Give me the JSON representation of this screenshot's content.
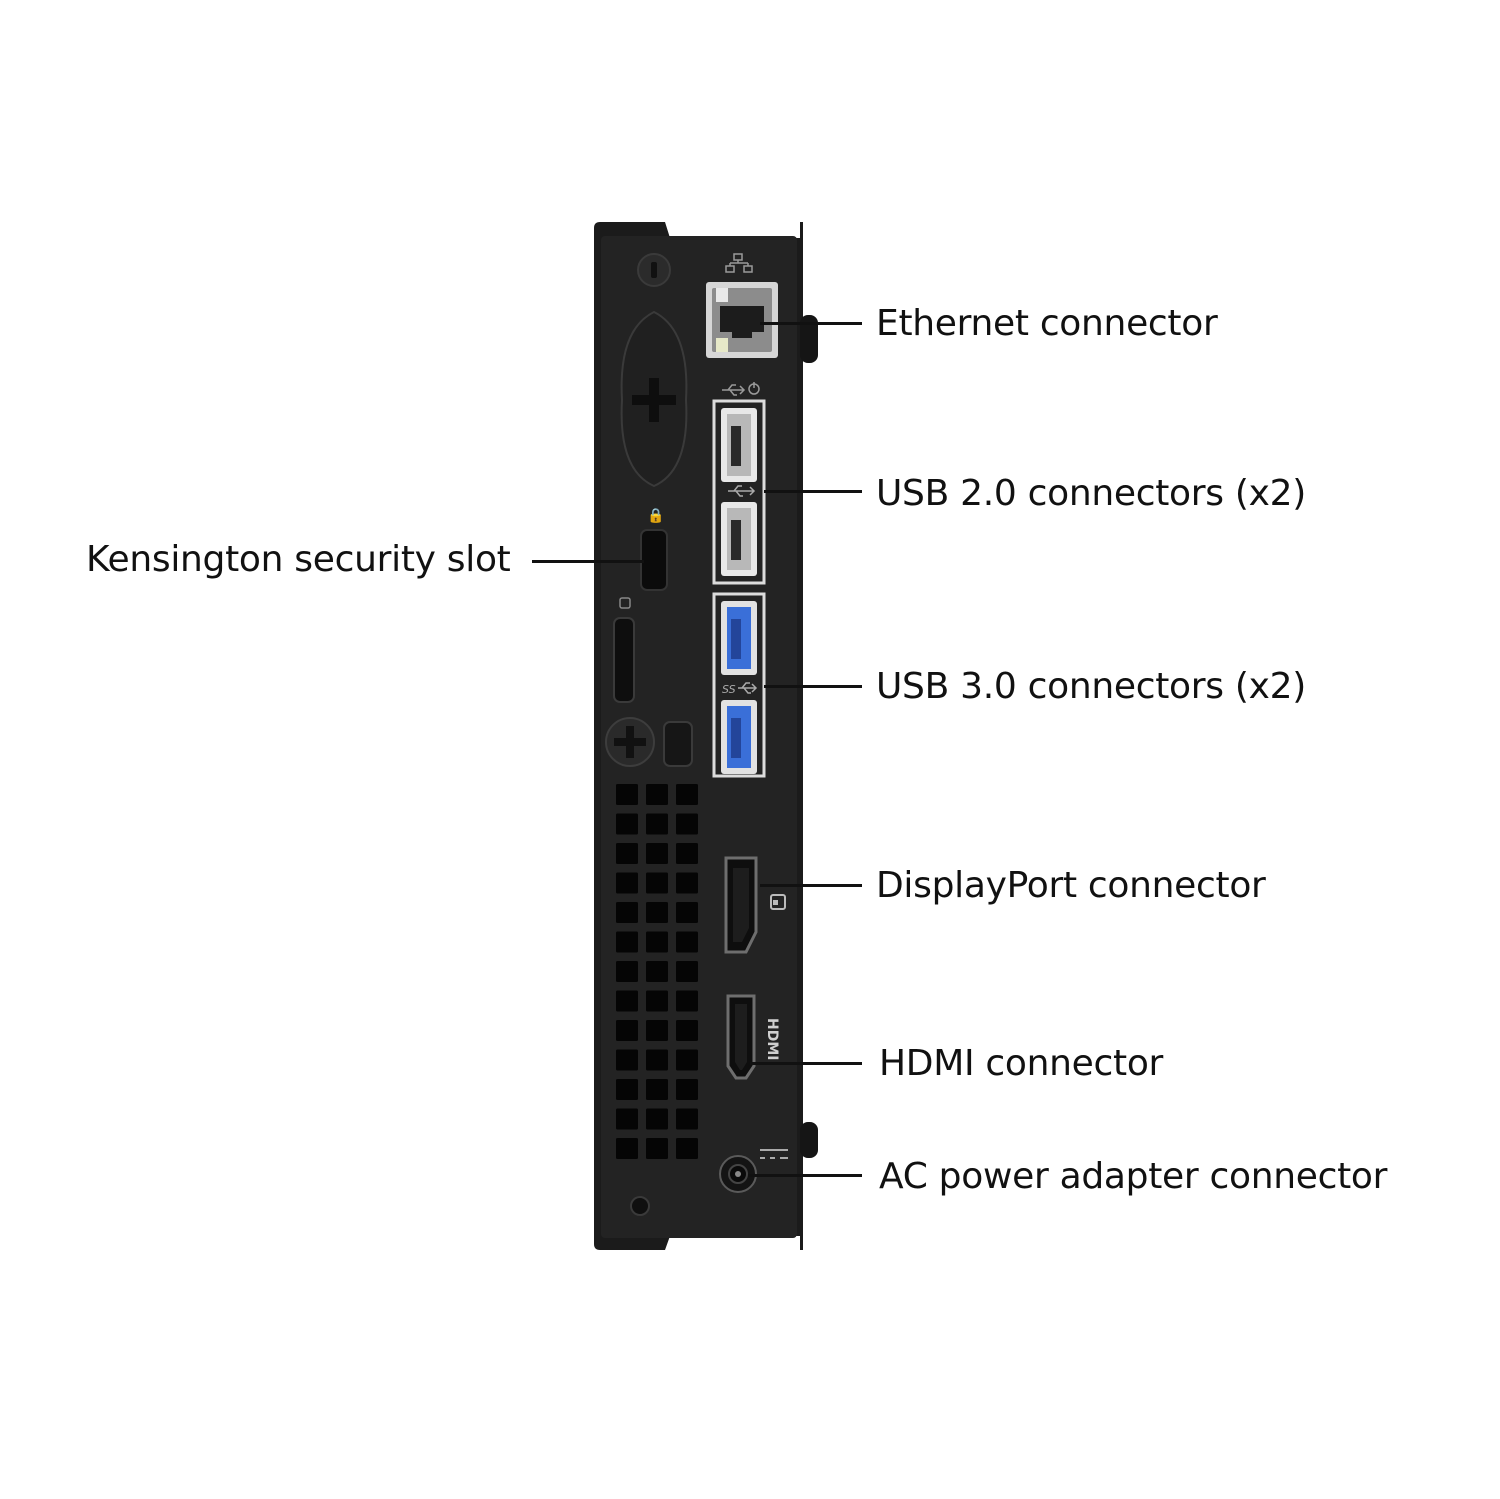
{
  "labels": {
    "ethernet": "Ethernet connector",
    "usb2": "USB 2.0 connectors (x2)",
    "usb3": "USB 3.0 connectors (x2)",
    "displayport": "DisplayPort connector",
    "hdmi": "HDMI connector",
    "power": "AC power adapter connector",
    "kensington": "Kensington security slot"
  },
  "port_markings": {
    "hdmi": "HDMI",
    "usb3": "SS"
  },
  "colors": {
    "chassis": "#1b1b1b",
    "usb3_accent": "#3a6fd8",
    "outline": "#d9d9d9",
    "leader": "#111111"
  }
}
